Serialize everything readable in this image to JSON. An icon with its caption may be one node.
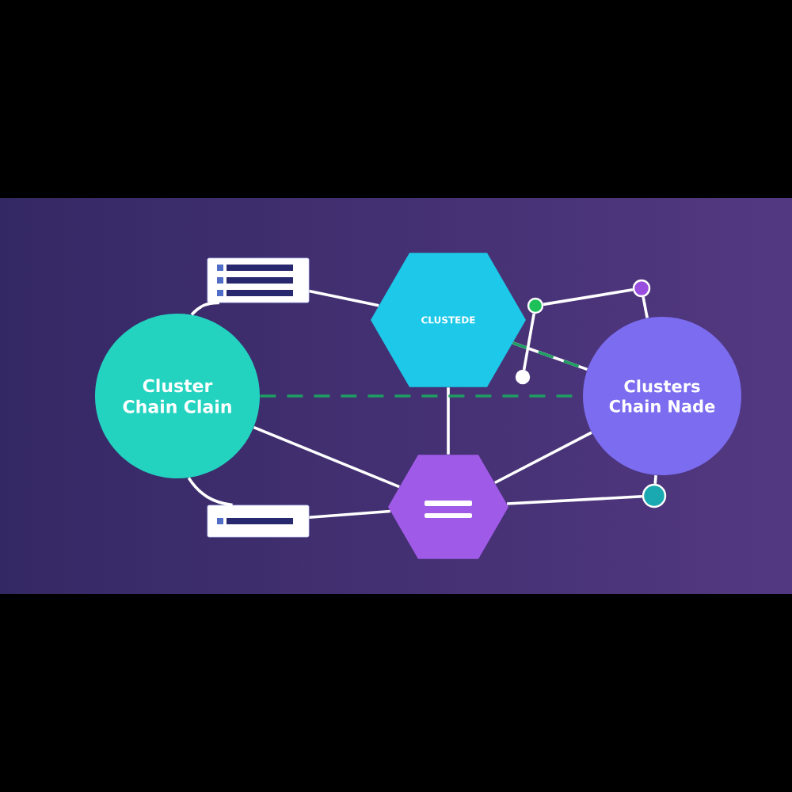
{
  "diagram": {
    "nodes": [
      {
        "text": [
          "Cluster Chain Clain"
        ]
      },
      {
        "text": [
          "CLUSTEDE"
        ]
      },
      {
        "text": [
          "Clusters Chain Nade"
        ]
      },
      {
        "text": [],
        "shape": "hexagon"
      },
      {
        "text": [],
        "shape": "box"
      },
      {
        "text": [],
        "shape": "box"
      },
      {
        "text": [],
        "shape": "circle"
      },
      {
        "text": [],
        "shape": "circle"
      },
      {
        "text": [],
        "shape": "circle"
      },
      {
        "text": [],
        "shape": "circle"
      }
    ],
    "edges": [
      {
        "from": 4,
        "to": 0,
        "arrow": "none"
      },
      {
        "from": 0,
        "to": 5,
        "arrow": "none"
      },
      {
        "from": 4,
        "to": 1,
        "arrow": "none"
      },
      {
        "from": 1,
        "to": 3,
        "arrow": "none"
      },
      {
        "from": 1,
        "to": 2,
        "arrow": "none"
      },
      {
        "from": 0,
        "to": 3,
        "arrow": "none"
      },
      {
        "from": 3,
        "to": 2,
        "arrow": "none"
      },
      {
        "from": 5,
        "to": 3,
        "arrow": "none"
      },
      {
        "from": 0,
        "to": 2,
        "arrow": "none",
        "style": "dashed",
        "color": "#1e9e62"
      },
      {
        "from": 1,
        "to": 2,
        "arrow": "none",
        "style": "dashed",
        "color": "#1e9e62"
      },
      {
        "from": 3,
        "to": 6,
        "arrow": "none"
      },
      {
        "from": 6,
        "to": 2,
        "arrow": "none"
      },
      {
        "from": 9,
        "to": 7,
        "arrow": "none"
      },
      {
        "from": 7,
        "to": 8,
        "arrow": "none"
      },
      {
        "from": 8,
        "to": 2,
        "arrow": "none"
      }
    ]
  }
}
